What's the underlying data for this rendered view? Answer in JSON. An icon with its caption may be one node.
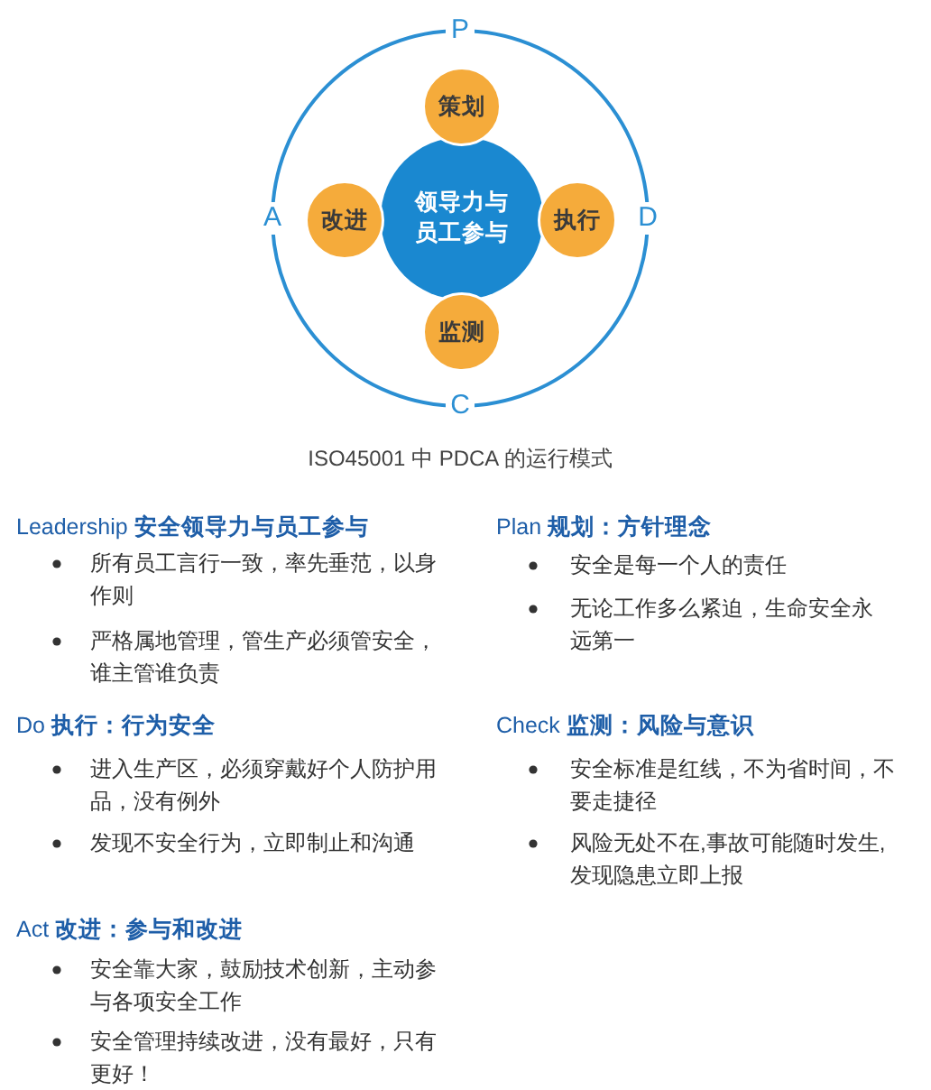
{
  "diagram": {
    "caption": "ISO45001 中 PDCA 的运行模式",
    "nodes": [
      {
        "text": [
          "P",
          "A",
          "D",
          "C"
        ]
      },
      {
        "text": [
          "策划"
        ],
        "in": 0
      },
      {
        "text": [
          "改进"
        ],
        "in": 0
      },
      {
        "text": [
          "领导力与员工参与"
        ],
        "in": 0
      },
      {
        "text": [
          "执行"
        ],
        "in": 0
      },
      {
        "text": [
          "监测"
        ],
        "in": 0
      }
    ],
    "labels": [
      "Leadership **安全领导力与员工参与**",
      "所有员工言行一致，率先垂范，以身作则",
      "严格属地管理，管生产必须管安全，谁主管谁负责",
      "Plan **规划：方针理念**",
      "安全是每一个人的责任",
      "无论工作多么紧迫，生命安全永远第一",
      "Do **执行：行为安全**",
      "进入生产区，必须穿戴好个人防护用品，没有例外",
      "发现不安全行为，立即制止和沟通",
      "Check **监测：风险与意识**",
      "安全标准是红线，不为省时间，不要走捷径",
      "风险无处不在,事故可能随时发生,发现隐患立即上报",
      "Act **改进：参与和改进**",
      "安全靠大家，鼓励技术创新，主动参与各项安全工作",
      "安全管理持续改进，没有最好，只有更好！"
    ]
  }
}
